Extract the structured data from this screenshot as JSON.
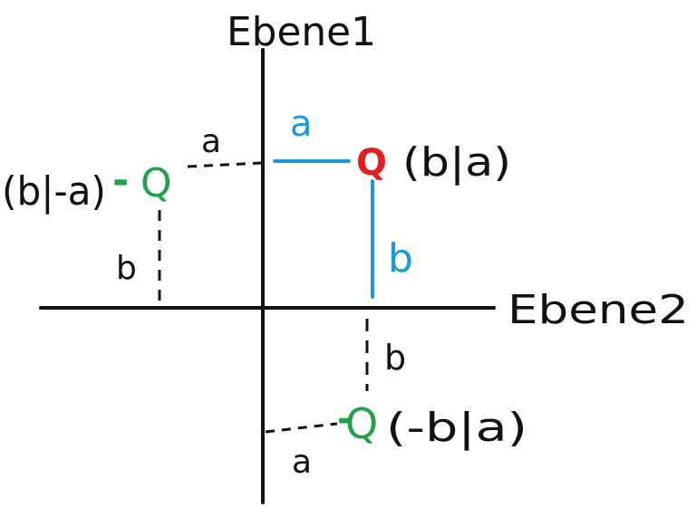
{
  "axes": {
    "vertical_label": "Ebene1",
    "horizontal_label": "Ebene2"
  },
  "colors": {
    "ink": "#111111",
    "original": "#e02020",
    "image": "#22a14a",
    "distance": "#1a9ad6"
  },
  "points": {
    "original": {
      "symbol": "Q",
      "coords": "(b|a)"
    },
    "mirror_left": {
      "symbol": "Q",
      "prefix": "-",
      "coords": "(b|-a)"
    },
    "mirror_bottom": {
      "symbol": "Q",
      "prefix": "-",
      "coords": "(-b|a)"
    }
  },
  "distances": {
    "blue_horizontal": "a",
    "blue_vertical": "b",
    "left_horizontal": "a",
    "left_vertical": "b",
    "bottom_vertical": "b",
    "bottom_horizontal": "a"
  }
}
